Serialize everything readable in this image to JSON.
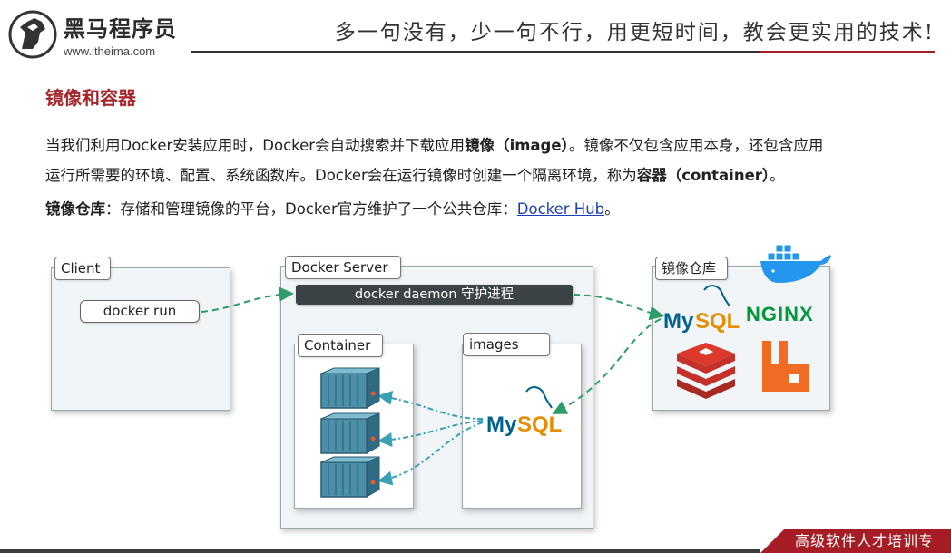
{
  "header": {
    "brand_name": "黑马程序员",
    "brand_url": "www.itheima.com",
    "slogan": "多一句没有，少一句不行，用更短时间，教会更实用的技术!"
  },
  "content": {
    "title": "镜像和容器",
    "p1_a": "当我们利用Docker安装应用时，Docker会自动搜索并下载应用",
    "p1_b": "镜像（image）",
    "p1_c": "。镜像不仅包含应用本身，还包含应用",
    "p2_a": "运行所需要的环境、配置、系统函数库。Docker会在运行镜像时创建一个隔离环境，称为",
    "p2_b": "容器（container）",
    "p2_c": "。",
    "p3_a": "镜像仓库",
    "p3_b": "：存储和管理镜像的平台，Docker官方维护了一个公共仓库：",
    "p3_link": "Docker Hub",
    "p3_c": "。"
  },
  "diagram": {
    "client_label": "Client",
    "docker_run": "docker run",
    "server_label": "Docker Server",
    "daemon": "docker daemon 守护进程",
    "container_label": "Container",
    "images_label": "images",
    "repo_label": "镜像仓库",
    "mysql_my": "My",
    "mysql_sql": "SQL",
    "nginx": "NGINX"
  },
  "footer": {
    "tag": "高级软件人才培训专"
  },
  "colors": {
    "accent_red": "#a5262c",
    "arrow_green": "#2e9c66",
    "arrow_teal": "#3aa0b4",
    "mysql_blue": "#00618a",
    "mysql_orange": "#e48e00",
    "nginx_green": "#009639",
    "redis_red": "#c6302b",
    "rabbit_orange": "#f06c23",
    "docker_blue": "#2496ed"
  }
}
